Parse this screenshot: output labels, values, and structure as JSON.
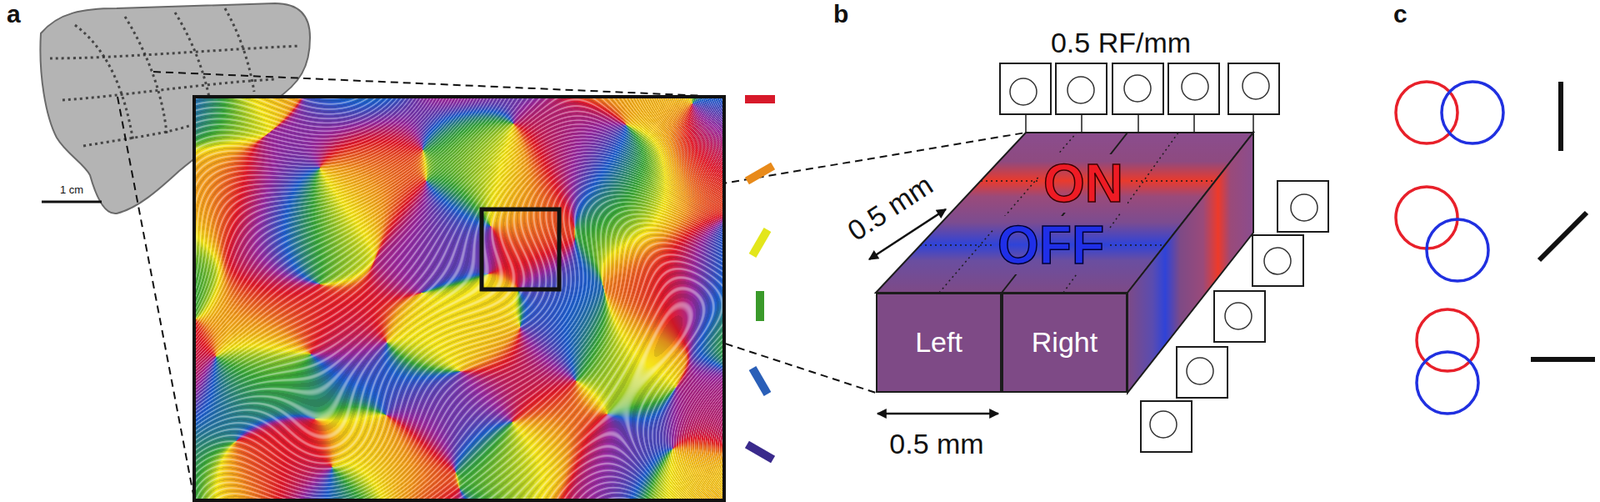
{
  "diagram": {
    "nodes": [
      {
        "text": [
          "Left"
        ]
      },
      {
        "text": [
          "Right"
        ]
      }
    ],
    "labels": [
      "a",
      "1 cm",
      "b",
      "0.5 RF/mm",
      "0.5 mm",
      "ON",
      "OFF",
      "0.5 mm",
      "c"
    ]
  }
}
